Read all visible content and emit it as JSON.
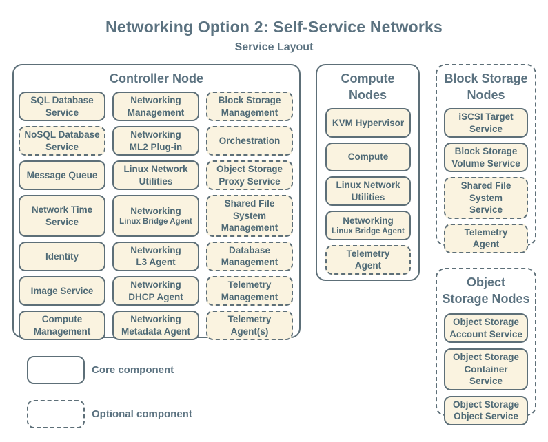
{
  "title": "Networking Option 2: Self-Service Networks",
  "subtitle": "Service Layout",
  "colors": {
    "box_fill": "#faf3e0",
    "line": "#5d6f78",
    "heading_text": "#5b7280",
    "box_text": "#4f6a76",
    "background": "#ffffff"
  },
  "legend": {
    "core_label": "Core component",
    "optional_label": "Optional component"
  },
  "panels": {
    "controller": {
      "title": "Controller Node",
      "items": [
        {
          "label": "SQL Database\nService",
          "type": "core"
        },
        {
          "label": "Networking\nManagement",
          "type": "core"
        },
        {
          "label": "Block Storage\nManagement",
          "type": "optional"
        },
        {
          "label": "NoSQL Database\nService",
          "type": "optional"
        },
        {
          "label": "Networking\nML2 Plug-in",
          "type": "core"
        },
        {
          "label": "Orchestration",
          "type": "optional"
        },
        {
          "label": "Message Queue",
          "type": "core"
        },
        {
          "label": "Linux Network\nUtilities",
          "type": "core"
        },
        {
          "label": "Object Storage\nProxy Service",
          "type": "optional"
        },
        {
          "label": "Network Time\nService",
          "type": "core"
        },
        {
          "label": "Networking",
          "sublabel": "Linux Bridge Agent",
          "type": "core"
        },
        {
          "label": "Shared File System\nManagement",
          "type": "optional"
        },
        {
          "label": "Identity",
          "type": "core"
        },
        {
          "label": "Networking\nL3 Agent",
          "type": "core"
        },
        {
          "label": "Database\nManagement",
          "type": "optional"
        },
        {
          "label": "Image Service",
          "type": "core"
        },
        {
          "label": "Networking\nDHCP Agent",
          "type": "core"
        },
        {
          "label": "Telemetry\nManagement",
          "type": "optional"
        },
        {
          "label": "Compute\nManagement",
          "type": "core"
        },
        {
          "label": "Networking\nMetadata Agent",
          "type": "core"
        },
        {
          "label": "Telemetry\nAgent(s)",
          "type": "optional"
        }
      ]
    },
    "compute": {
      "title": "Compute\nNodes",
      "items": [
        {
          "label": "KVM Hypervisor",
          "type": "core"
        },
        {
          "label": "Compute",
          "type": "core"
        },
        {
          "label": "Linux Network\nUtilities",
          "type": "core"
        },
        {
          "label": "Networking",
          "sublabel": "Linux Bridge Agent",
          "type": "core"
        },
        {
          "label": "Telemetry\nAgent",
          "type": "optional"
        }
      ]
    },
    "block_storage": {
      "title": "Block Storage\nNodes",
      "items": [
        {
          "label": "iSCSI Target\nService",
          "type": "core"
        },
        {
          "label": "Block Storage\nVolume Service",
          "type": "core"
        },
        {
          "label": "Shared File System\nService",
          "type": "optional"
        },
        {
          "label": "Telemetry\nAgent",
          "type": "optional"
        }
      ]
    },
    "object_storage": {
      "title": "Object\nStorage Nodes",
      "items": [
        {
          "label": "Object Storage\nAccount Service",
          "type": "core"
        },
        {
          "label": "Object Storage\nContainer Service",
          "type": "core"
        },
        {
          "label": "Object Storage\nObject Service",
          "type": "core"
        }
      ]
    }
  }
}
